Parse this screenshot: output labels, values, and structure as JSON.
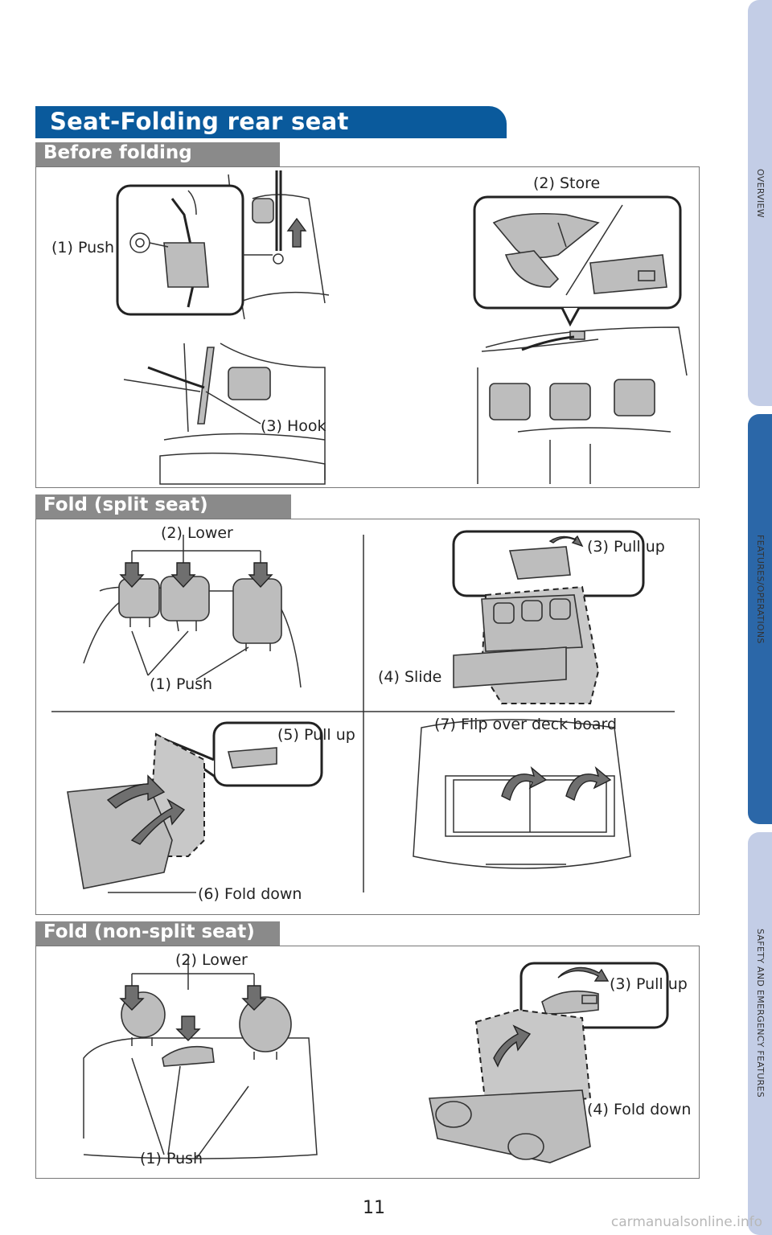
{
  "page": {
    "title": "Seat-Folding rear seat",
    "page_number": "11",
    "watermark": "carmanualsonline.info"
  },
  "side_tabs": [
    {
      "label": "OVERVIEW",
      "active": false
    },
    {
      "label": "FEATURES/OPERATIONS",
      "active": true
    },
    {
      "label": "SAFETY AND EMERGENCY FEATURES",
      "active": false
    }
  ],
  "sections": {
    "before_folding": {
      "heading": "Before folding",
      "labels": {
        "push": "(1) Push",
        "store": "(2) Store",
        "hook": "(3) Hook"
      }
    },
    "fold_split": {
      "heading": "Fold (split seat)",
      "labels": {
        "lower": "(2) Lower",
        "push": "(1) Push",
        "pull_up": "(3) Pull up",
        "slide": "(4) Slide",
        "pull_up_5": "(5) Pull up",
        "fold_down": "(6) Fold down",
        "flip": "(7) Flip over deck board"
      }
    },
    "fold_non_split": {
      "heading": "Fold (non-split seat)",
      "labels": {
        "lower": "(2) Lower",
        "pull_up": "(3) Pull up",
        "fold_down": "(4) Fold down",
        "push": "(1) Push"
      }
    }
  },
  "colors": {
    "title_bar": "#0a5a9c",
    "section_header": "#8a8a8a",
    "tab_light": "#c3cde6",
    "tab_dark": "#2b67a8"
  }
}
